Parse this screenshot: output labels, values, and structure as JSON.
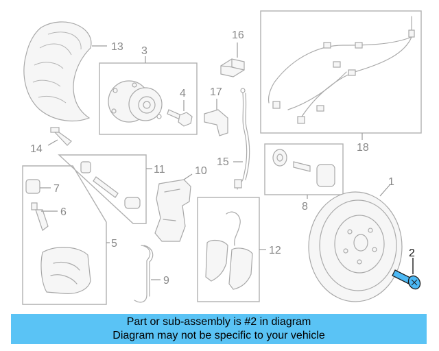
{
  "callouts": {
    "c1": "1",
    "c2": "2",
    "c3": "3",
    "c4": "4",
    "c5": "5",
    "c6": "6",
    "c7": "7",
    "c8": "8",
    "c9": "9",
    "c10": "10",
    "c11": "11",
    "c12": "12",
    "c13": "13",
    "c14": "14",
    "c15": "15",
    "c16": "16",
    "c17": "17",
    "c18": "18"
  },
  "highlighted_part": "2",
  "colors": {
    "highlight": "#4cb8f4",
    "banner": "#5ac3f5",
    "line_art": "#aaaaaa"
  },
  "banner": {
    "line1": "Part or sub-assembly is #2 in diagram",
    "line2": "Diagram may not be specific to your vehicle"
  }
}
